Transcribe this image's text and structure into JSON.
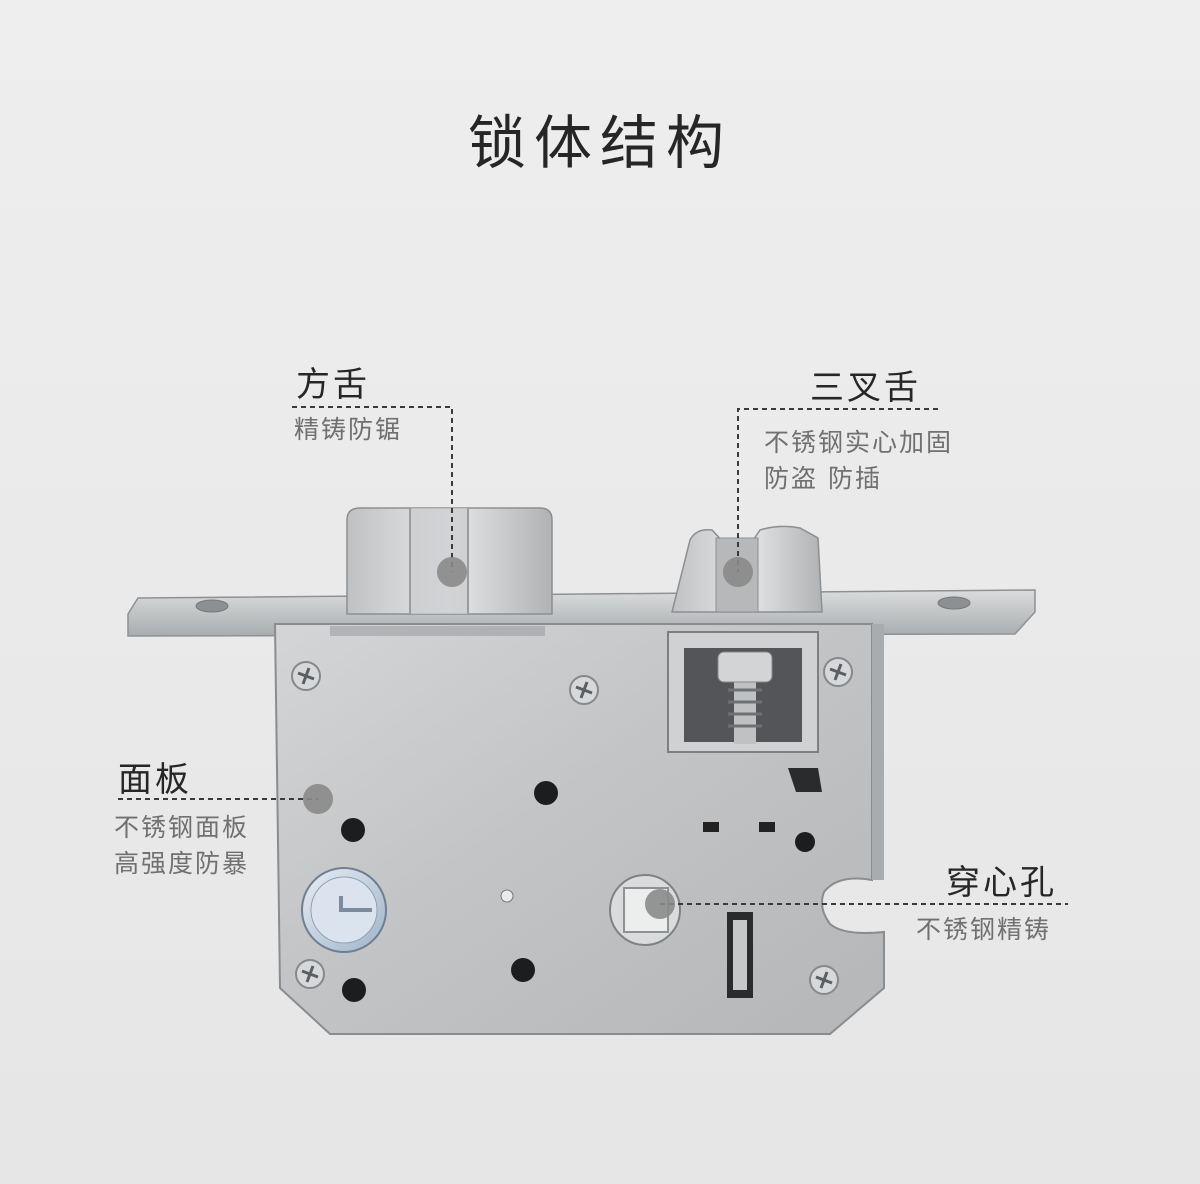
{
  "title": "锁体结构",
  "callouts": {
    "square_bolt": {
      "name": "方舌",
      "desc": [
        "精铸防锯"
      ]
    },
    "latch": {
      "name": "三叉舌",
      "desc": [
        "不锈钢实心加固",
        "防盗 防插"
      ]
    },
    "panel": {
      "name": "面板",
      "desc": [
        "不锈钢面板",
        "高强度防暴"
      ]
    },
    "spindle_hole": {
      "name": "穿心孔",
      "desc": [
        "不锈钢精铸"
      ]
    }
  },
  "colors": {
    "background": "#ebebeb",
    "steel": "#c9cbcd",
    "steel_dark": "#9da0a3",
    "marker": "#8a8a8a",
    "leader_line": "#3a3a3a"
  }
}
